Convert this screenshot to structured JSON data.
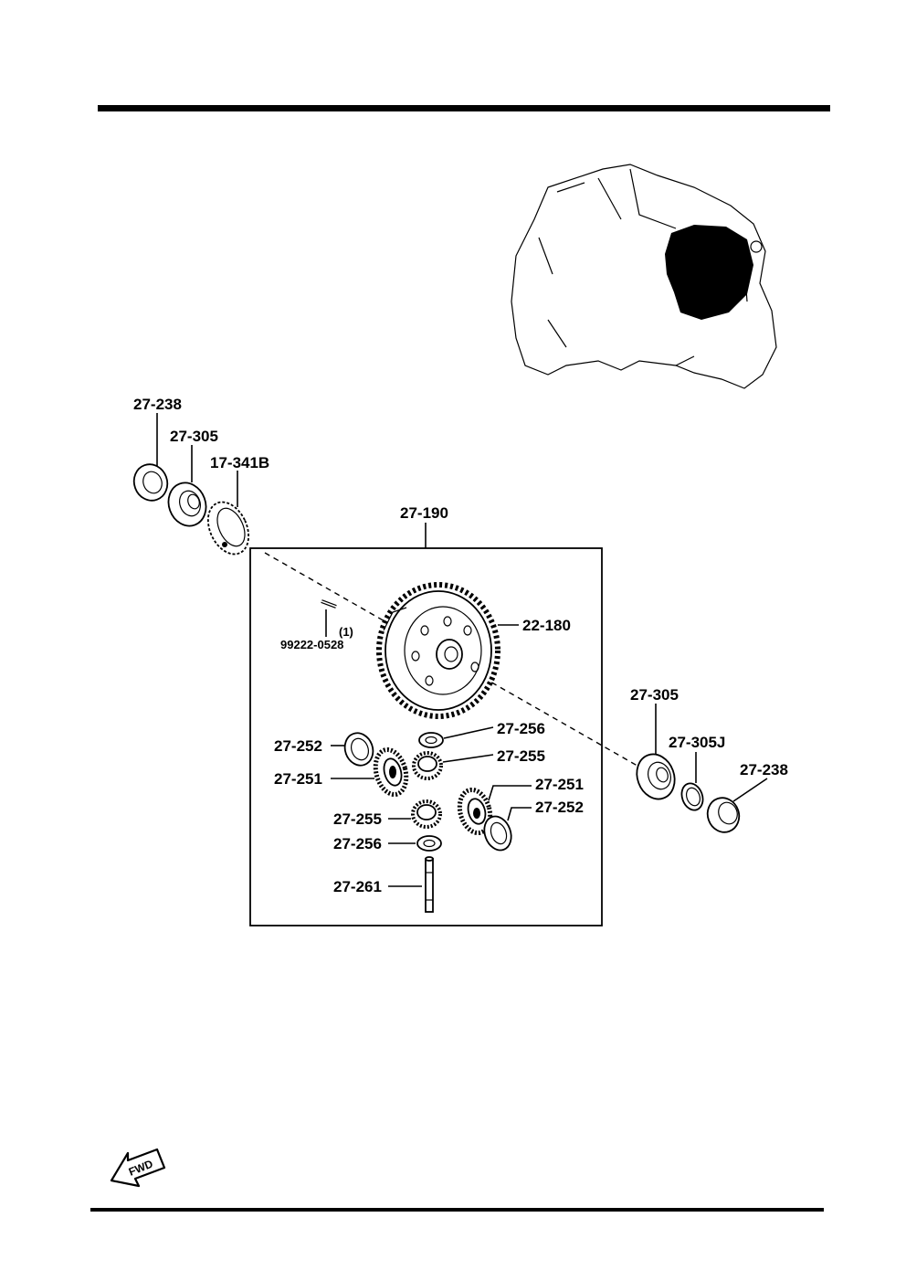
{
  "fwd_label": "FWD",
  "labels": {
    "p27_238_left": "27-238",
    "p27_305_left": "27-305",
    "p17_341b": "17-341B",
    "p27_190": "27-190",
    "p22_180": "22-180",
    "p99222_qty": "(1)",
    "p99222": "99222-0528",
    "p27_256_top": "27-256",
    "p27_252_left": "27-252",
    "p27_255_top": "27-255",
    "p27_251_left": "27-251",
    "p27_251_right": "27-251",
    "p27_252_right": "27-252",
    "p27_255_bottom": "27-255",
    "p27_256_bottom": "27-256",
    "p27_261": "27-261",
    "p27_305_right": "27-305",
    "p27_305j": "27-305J",
    "p27_238_right": "27-238"
  }
}
